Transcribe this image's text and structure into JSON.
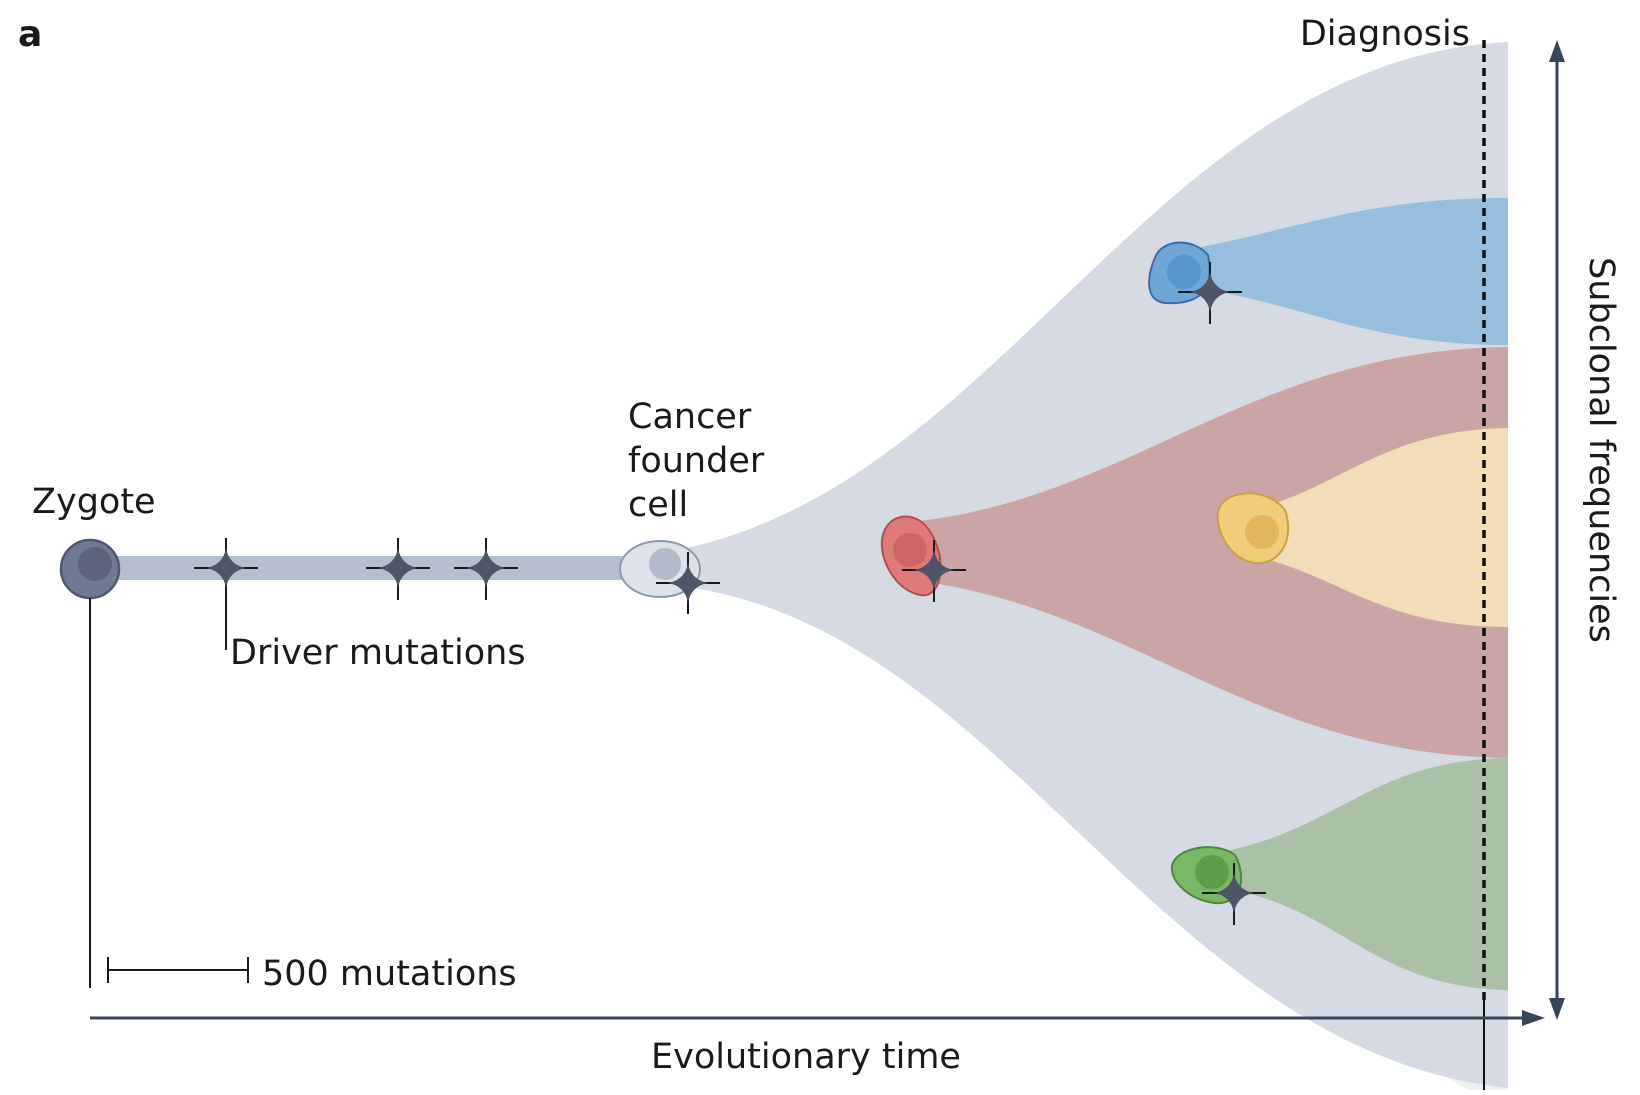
{
  "panel_label": "a",
  "labels": {
    "zygote": "Zygote",
    "founder_line1": "Cancer",
    "founder_line2": "founder",
    "founder_line3": "cell",
    "driver_mutations": "Driver mutations",
    "scale_bar": "500 mutations",
    "diagnosis": "Diagnosis",
    "x_axis": "Evolutionary time",
    "y_axis": "Subclonal frequencies"
  },
  "colors": {
    "trunk": "#b6bdcc",
    "founder_envelope": "#d5dae3",
    "subclone_blue": "#97bedd",
    "subclone_red": "#cba5a6",
    "subclone_yellow": "#f3dcb8",
    "subclone_green": "#aac1a7",
    "axis": "#364559",
    "star": "#4d5566"
  }
}
